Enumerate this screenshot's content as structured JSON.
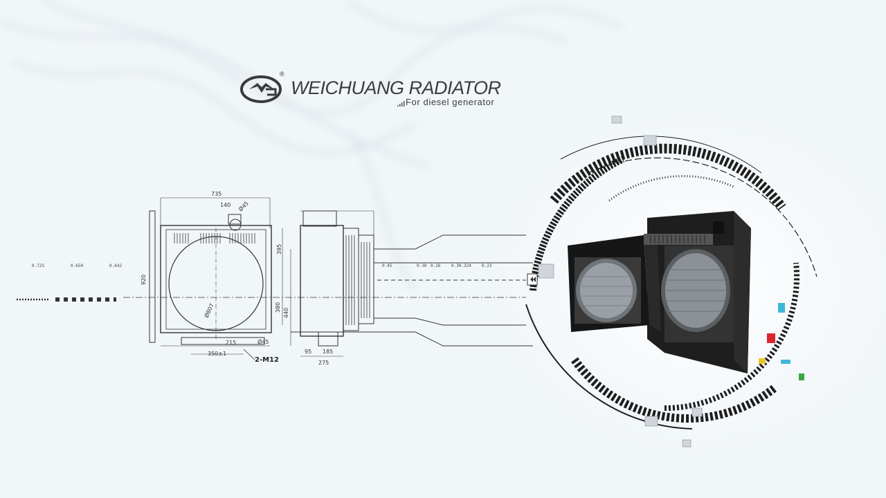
{
  "brand": {
    "name": "WEICHUANG RADIATOR",
    "registered_mark": "®",
    "tagline": "For diesel generator"
  },
  "drawing": {
    "dims": {
      "width_total": "735",
      "top_offset": "140",
      "cap_dia": "Ø45",
      "height_total": "920",
      "height_right": "395",
      "height_mid": "380",
      "height_lower": "440",
      "bottom_mid": "215",
      "bottom_span": "350±1",
      "bolt_spec": "2-M12",
      "core_dia": "Ø807",
      "side_small": "95",
      "side_depth": "185",
      "side_total": "275",
      "port_dia": "Ø45"
    },
    "tick_labels": [
      "0.725",
      "0.650",
      "0.642",
      "0.45",
      "0.30",
      "0.26",
      "0.30.324",
      "0.23"
    ]
  },
  "colors": {
    "background": "#f1f6f9",
    "ink": "#333333",
    "accent_orange": "#e8761a",
    "accent_red": "#d9272e",
    "accent_cyan": "#3fb7d9",
    "accent_yellow": "#e9c52c",
    "accent_green": "#3aa846"
  },
  "icons": [
    "weichuang-logo-icon",
    "radiator-unit-icon",
    "rewind-arrow-icon"
  ]
}
